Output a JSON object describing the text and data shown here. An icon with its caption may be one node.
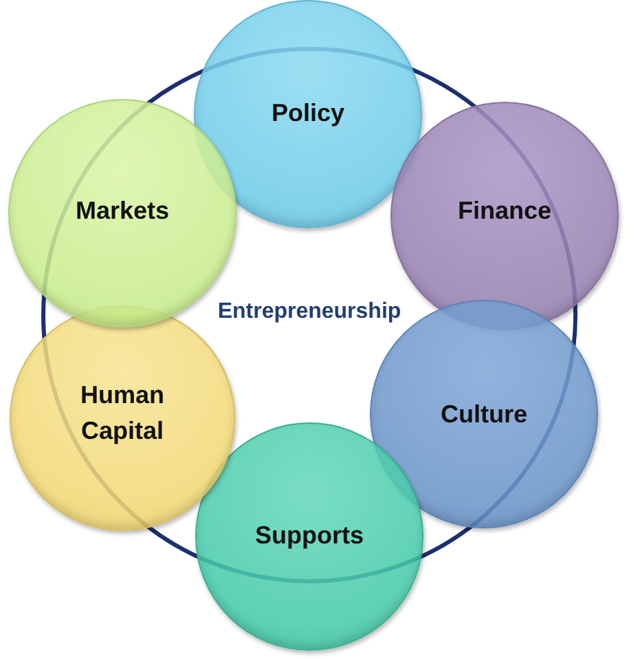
{
  "diagram": {
    "nodes": [
      {
        "text": [
          "Entrepreneurship"
        ]
      },
      {
        "text": [
          "Policy"
        ]
      },
      {
        "text": [
          "Finance"
        ]
      },
      {
        "text": [
          "Culture"
        ]
      },
      {
        "text": [
          "Supports"
        ]
      },
      {
        "text": [
          "Human Capital"
        ]
      },
      {
        "text": [
          "Markets"
        ]
      }
    ]
  }
}
